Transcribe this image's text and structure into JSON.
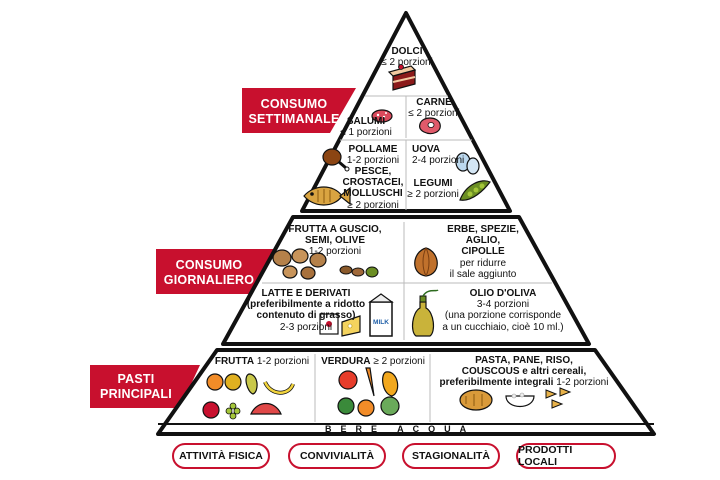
{
  "colors": {
    "banner": "#c8102e",
    "outline": "#111111",
    "pill_border": "#c8102e"
  },
  "banners": {
    "weekly": {
      "line1": "CONSUMO",
      "line2": "SETTIMANALE"
    },
    "daily": {
      "line1": "CONSUMO",
      "line2": "GIORNALIERO"
    },
    "meals": {
      "line1": "PASTI",
      "line2": "PRINCIPALI"
    }
  },
  "weekly": {
    "dolci": {
      "name": "DOLCI",
      "portion": "≤ 2 porzioni",
      "icon": "cake-icon"
    },
    "carne": {
      "name": "CARNE",
      "portion": "≤ 2 porzioni",
      "icon": "steak-icon"
    },
    "salumi": {
      "name": "SALUMI",
      "portion": "≤ 1 porzioni",
      "icon": "cold-cuts-icon"
    },
    "pollame": {
      "name": "POLLAME",
      "portion": "1-2 porzioni",
      "icon": "chicken-leg-icon"
    },
    "uova": {
      "name": "UOVA",
      "portion": "2-4 porzioni",
      "icon": "eggs-icon"
    },
    "pesce": {
      "name_line1": "PESCE,",
      "name_line2": "CROSTACEI,",
      "name_line3": "MOLLUSCHI",
      "portion": "≥ 2 porzioni",
      "icon": "fish-icon"
    },
    "legumi": {
      "name": "LEGUMI",
      "portion": "≥ 2 porzioni",
      "icon": "peapod-icon"
    }
  },
  "daily": {
    "frutta_guscio": {
      "name_line1": "FRUTTA A GUSCIO,",
      "name_line2": "SEMI, OLIVE",
      "portion": "1-2 porzioni",
      "icon": "nuts-icon"
    },
    "erbe": {
      "name_line1": "ERBE, SPEZIE,",
      "name_line2": "AGLIO,",
      "name_line3": "CIPOLLE",
      "note_line1": "per ridurre",
      "note_line2": "il sale aggiunto",
      "icon": "onion-icon"
    },
    "latte": {
      "name": "LATTE E DERIVATI",
      "note_line1": "(preferibilmente a ridotto",
      "note_line2": "contenuto di grasso)",
      "portion": "2-3 porzioni",
      "icon": "dairy-icon",
      "milk_text": "MILK"
    },
    "olio": {
      "name": "OLIO D'OLIVA",
      "portion": "3-4 porzioni",
      "note_line1": "(una porzione corrisponde",
      "note_line2": "a un cucchiaio, cioè 10 ml.)",
      "icon": "oil-bottle-icon"
    }
  },
  "meals": {
    "frutta": {
      "name": "FRUTTA",
      "portion": "1-2 porzioni",
      "icon": "fruit-icon"
    },
    "verdura": {
      "name": "VERDURA",
      "portion": "≥ 2 porzioni",
      "icon": "vegetables-icon"
    },
    "pasta": {
      "name_line1": "PASTA, PANE, RISO,",
      "name_line2": "COUSCOUS e altri cereali,",
      "name_line3": "preferibilmente integrali",
      "portion": "1-2 porzioni",
      "icon": "grains-icon"
    }
  },
  "water": "BERE ACQUA",
  "footer": [
    "ATTIVITÀ FISICA",
    "CONVIVIALITÀ",
    "STAGIONALITÀ",
    "PRODOTTI LOCALI"
  ]
}
